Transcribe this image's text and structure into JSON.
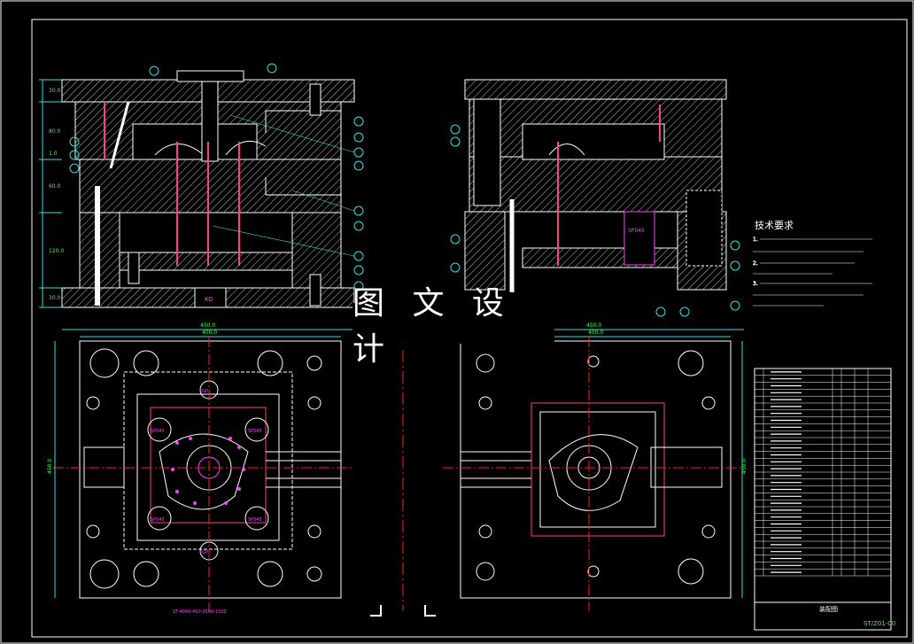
{
  "watermark": "图 文 设 计",
  "tech_requirements": {
    "title": "技术要求",
    "lines": [
      "1.",
      "2.",
      "3."
    ]
  },
  "dimensions": {
    "top_plan_left": "450.0",
    "inner_plan_left": "400.0",
    "top_plan_right": "450.0",
    "inner_plan_right": "400.0",
    "height_left": "450.0",
    "height_right": "450.0"
  },
  "section_labels": {
    "left_plate_heights": [
      "30.0",
      "80.0",
      "1.0",
      "60.0",
      "120.0",
      "30.0"
    ],
    "block_label": "KO",
    "right_part_tag": "SP045"
  },
  "plan_labels": {
    "left_tags": [
      "EGP",
      "SP045",
      "SP045",
      "SP045",
      "SP045",
      "EGP"
    ],
    "left_bottom_code": "ST-4040-450-3500-1500"
  },
  "bom": {
    "row_count": 30,
    "footer_title": "装配图",
    "footer_code": "ST/Z01-00"
  },
  "colors": {
    "background": "#000000",
    "outline": "#ffffff",
    "hatch": "#c8c8c8",
    "center_line": "#ff2020",
    "dimension": "#30e0e0",
    "part": "#ff4080",
    "accent_green": "#40ff40",
    "label_magenta": "#ff40ff"
  }
}
